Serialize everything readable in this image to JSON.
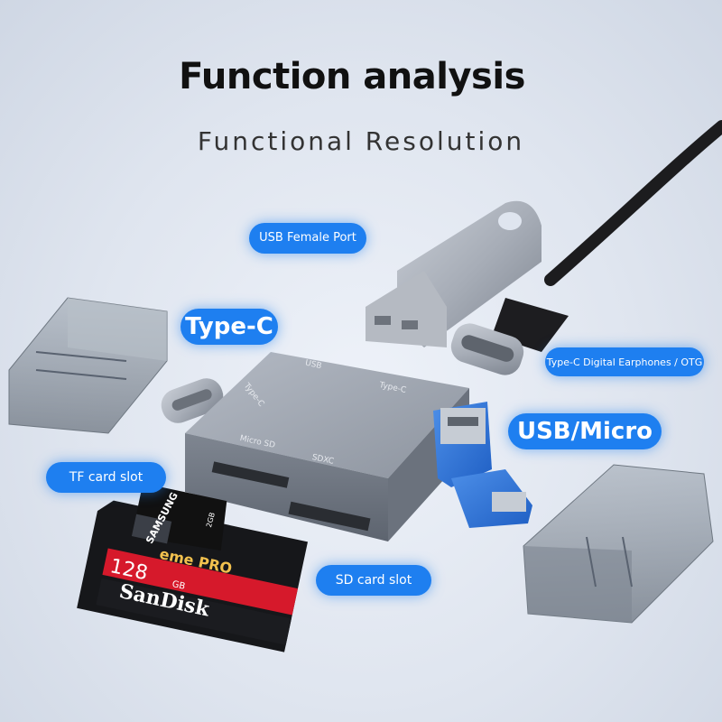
{
  "header": {
    "title": "Function analysis",
    "subtitle": "Functional Resolution"
  },
  "callouts": {
    "usb_female": "USB Female Port",
    "type_c": "Type-C",
    "type_c_otg": "Type-C Digital Earphones / OTG",
    "usb_micro": "USB/Micro",
    "tf_slot": "TF card slot",
    "sd_slot": "SD card slot"
  },
  "device_labels": {
    "usb": "USB",
    "type_c_top": "Type-C",
    "type_c_side": "Type-C",
    "micro_sd": "Micro SD",
    "sdxc": "SDXC"
  },
  "sd_card": {
    "brand": "SanDisk",
    "line": "eme PRO",
    "capacity": "128",
    "unit": "GB"
  },
  "tf_card": {
    "brand": "SAMSUNG",
    "capacity": "2GB"
  },
  "colors": {
    "accent": "#1e7ff0",
    "device_body": "#8a919c",
    "sd_red": "#d6192b"
  }
}
